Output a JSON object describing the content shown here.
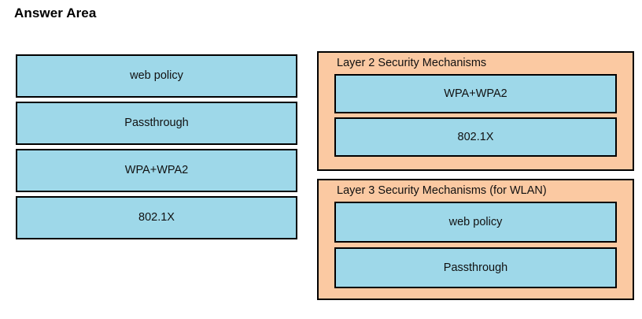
{
  "page": {
    "title": "Answer Area",
    "colors": {
      "tile_fill": "#9ED8E9",
      "panel_fill": "#FBC9A2",
      "border": "#000000",
      "text": "#111111",
      "background": "#FFFFFF"
    }
  },
  "source_column": {
    "name": "drag-source-list",
    "items": [
      {
        "label": "web policy"
      },
      {
        "label": "Passthrough"
      },
      {
        "label": "WPA+WPA2"
      },
      {
        "label": "802.1X"
      }
    ]
  },
  "target_panels": [
    {
      "name": "layer-2-security-mechanisms",
      "title": "Layer 2 Security Mechanisms",
      "slots": [
        {
          "label": "WPA+WPA2"
        },
        {
          "label": "802.1X"
        }
      ]
    },
    {
      "name": "layer-3-security-mechanisms",
      "title": "Layer 3 Security Mechanisms (for WLAN)",
      "slots": [
        {
          "label": "web policy"
        },
        {
          "label": "Passthrough"
        }
      ]
    }
  ]
}
